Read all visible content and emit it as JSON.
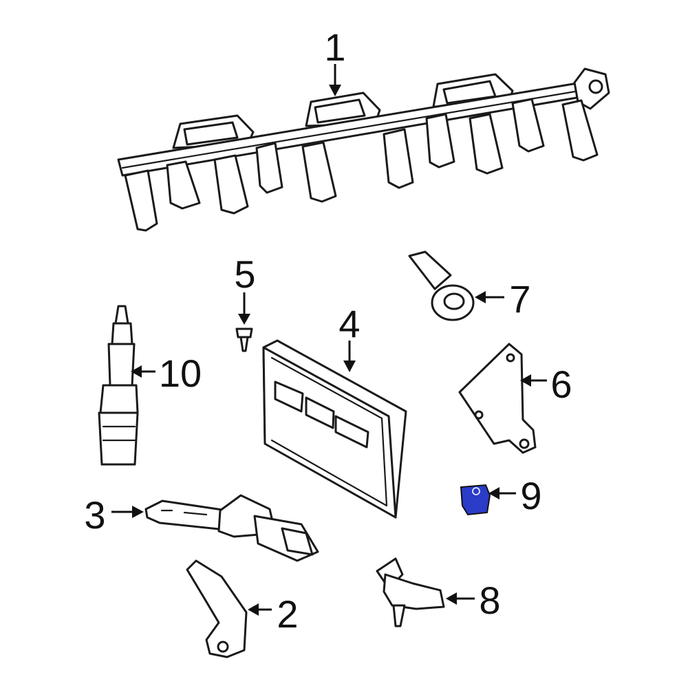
{
  "callouts": [
    {
      "id": "1",
      "text": "1"
    },
    {
      "id": "2",
      "text": "2"
    },
    {
      "id": "3",
      "text": "3"
    },
    {
      "id": "4",
      "text": "4"
    },
    {
      "id": "5",
      "text": "5"
    },
    {
      "id": "6",
      "text": "6"
    },
    {
      "id": "7",
      "text": "7"
    },
    {
      "id": "8",
      "text": "8"
    },
    {
      "id": "9",
      "text": "9"
    },
    {
      "id": "10",
      "text": "10"
    }
  ],
  "colors": {
    "line": "#1a1a1a",
    "highlight": "#2a3cc8",
    "background": "#ffffff"
  }
}
